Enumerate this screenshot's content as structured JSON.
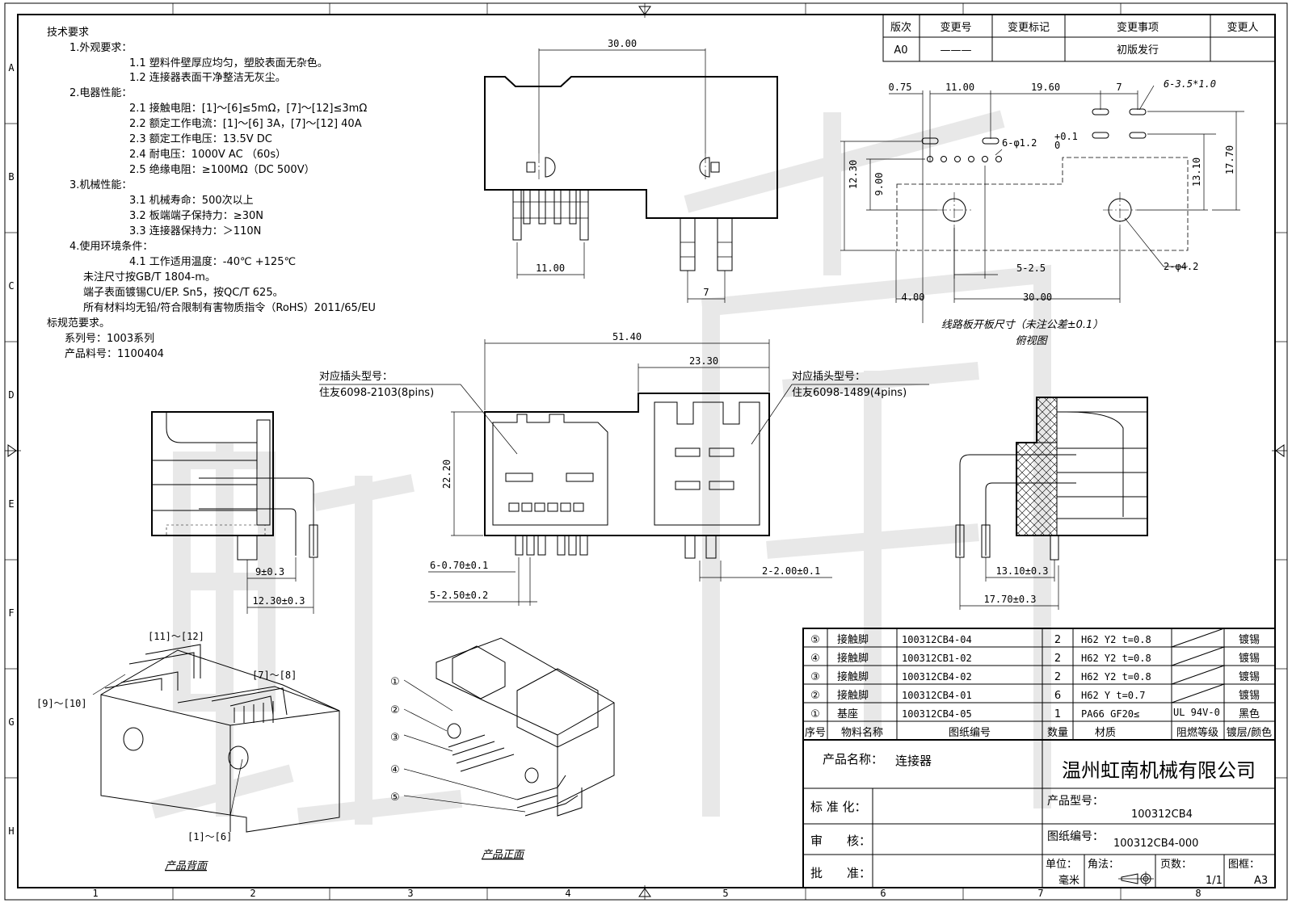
{
  "tech_requirements": {
    "heading": "技术要求",
    "lines": [
      "1.外观要求：",
      "1.1 塑料件壁厚应均匀，塑胶表面无杂色。",
      "1.2 连接器表面干净整洁无灰尘。",
      "2.电器性能：",
      "2.1 接触电阻：[1]～[6]≤5mΩ，[7]～[12]≤3mΩ",
      "2.2 额定工作电流：[1]～[6] 3A，[7]～[12] 40A",
      "2.3 额定工作电压：13.5V DC",
      "2.4 耐电压：1000V AC （60s）",
      "2.5 绝缘电阻：≥100MΩ（DC 500V）",
      "3.机械性能：",
      "3.1 机械寿命：500次以上",
      "3.2 板端端子保持力：≥30N",
      "3.3 连接器保持力：＞110N",
      "4.使用环境条件：",
      "4.1 工作适用温度：-40℃ +125℃",
      "未注尺寸按GB/T 1804-m。",
      "端子表面镀锡CU/EP. Sn5，按QC/T 625。",
      "所有材料均无铅/符合限制有害物质指令（RoHS）2011/65/EU",
      "标规范要求。",
      "系列号：1003系列",
      "产品料号：1100404"
    ]
  },
  "revision_table": {
    "headers": [
      "版次",
      "变更号",
      "变更标记",
      "变更事项",
      "变更人"
    ],
    "row": [
      "A0",
      "———",
      "",
      "初版发行",
      ""
    ]
  },
  "border": {
    "columns": [
      "1",
      "2",
      "3",
      "4",
      "5",
      "6",
      "7",
      "8"
    ],
    "rows": [
      "A",
      "B",
      "C",
      "D",
      "E",
      "F",
      "G",
      "H"
    ]
  },
  "dims": {
    "top_width": "30.00",
    "top_pitch": "11.00",
    "top_7": "7",
    "pcb_075": "0.75",
    "pcb_1100": "11.00",
    "pcb_1960": "19.60",
    "pcb_7": "7",
    "pcb_slot": "6-3.5*1.0",
    "pcb_hole": "6-φ1.2",
    "pcb_tol_up": "+0.1",
    "pcb_tol_dn": "0",
    "pcb_1230": "12.30",
    "pcb_900": "9.00",
    "pcb_1310": "13.10",
    "pcb_1770": "17.70",
    "pcb_25": "5-2.5",
    "pcb_42": "2-φ4.2",
    "pcb_400": "4.00",
    "pcb_3000": "30.00",
    "front_5140": "51.40",
    "front_2330": "23.30",
    "front_2220": "22.20",
    "front_070": "6-0.70±0.1",
    "front_250": "5-2.50±0.2",
    "front_200": "2-2.00±0.1",
    "left_9": "9±0.3",
    "left_1230": "12.30±0.3",
    "right_1310": "13.10±0.3",
    "right_1770": "17.70±0.3"
  },
  "pcb_caption": "线路板开板尺寸（未注公差±0.1）",
  "pcb_subcaption": "俯视图",
  "mate_left": {
    "label": "对应插头型号：",
    "model": "住友6098-2103(8pins)"
  },
  "mate_right": {
    "label": "对应插头型号：",
    "model": "住友6098-1489(4pins)"
  },
  "back_view": {
    "caption": "产品背面",
    "labels": [
      "[11]～[12]",
      "[9]～[10]",
      "[7]～[8]",
      "[1]～[6]"
    ]
  },
  "front_view": {
    "caption": "产品正面",
    "balloons": [
      "①",
      "②",
      "③",
      "④",
      "⑤"
    ]
  },
  "watermark": "虹南",
  "bom": {
    "rows": [
      [
        "⑤",
        "接触脚",
        "100312CB4-04",
        "2",
        "H62 Y2 t=0.8",
        "",
        "镀锡"
      ],
      [
        "④",
        "接触脚",
        "100312CB1-02",
        "2",
        "H62 Y2 t=0.8",
        "",
        "镀锡"
      ],
      [
        "③",
        "接触脚",
        "100312CB4-02",
        "2",
        "H62 Y2 t=0.8",
        "",
        "镀锡"
      ],
      [
        "②",
        "接触脚",
        "100312CB4-01",
        "6",
        "H62 Y t=0.7",
        "",
        "镀锡"
      ],
      [
        "①",
        "基座",
        "100312CB4-05",
        "1",
        "PA66 GF20≤",
        "UL 94V-0",
        "黑色"
      ]
    ],
    "headers": [
      "序号",
      "物料名称",
      "图纸编号",
      "数量",
      "材质",
      "阻燃等级",
      "镀层/颜色"
    ]
  },
  "title_block": {
    "product_name_label": "产品名称：",
    "product_name": "连接器",
    "company": "温州虹南机械有限公司",
    "std_label": "标 准 化：",
    "review_label": "审　　核：",
    "approve_label": "批　　准：",
    "model_label": "产品型号：",
    "model": "100312CB4",
    "drawing_label": "图纸编号：",
    "drawing_no": "100312CB4-000",
    "unit_label": "单位：",
    "unit": "毫米",
    "angle_label": "角法：",
    "page_label": "页数：",
    "page": "1/1",
    "frame_label": "图框：",
    "frame": "A3"
  }
}
